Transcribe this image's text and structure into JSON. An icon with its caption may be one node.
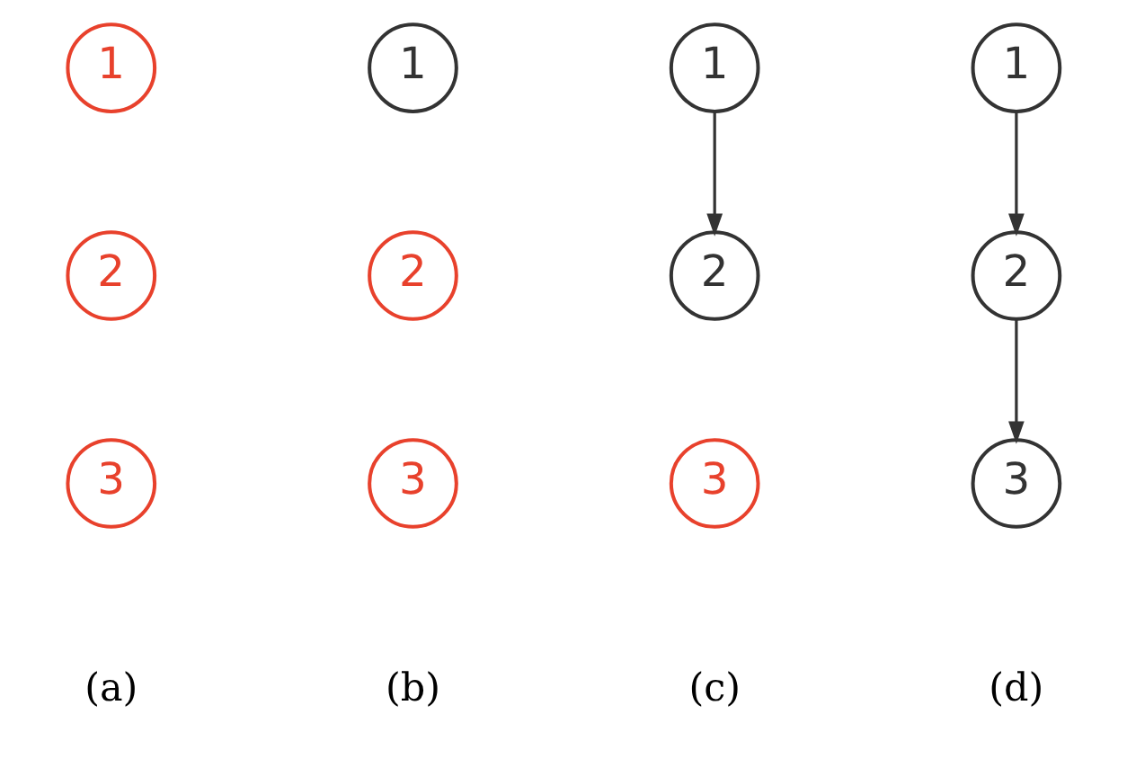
{
  "diagram": {
    "nodes": [
      {
        "text": [
          "1"
        ]
      },
      {
        "text": [
          "2"
        ]
      },
      {
        "text": [
          "3"
        ]
      },
      {
        "text": [
          "1"
        ]
      },
      {
        "text": [
          "2"
        ]
      },
      {
        "text": [
          "3"
        ]
      },
      {
        "text": [
          "1"
        ]
      },
      {
        "text": [
          "2"
        ]
      },
      {
        "text": [
          "3"
        ]
      },
      {
        "text": [
          "1"
        ]
      },
      {
        "text": [
          "2"
        ]
      },
      {
        "text": [
          "3"
        ]
      }
    ],
    "edges": [
      {
        "from": 6,
        "to": 7,
        "arrow": "to"
      },
      {
        "from": 9,
        "to": 10,
        "arrow": "to"
      },
      {
        "from": 10,
        "to": 11,
        "arrow": "to"
      }
    ],
    "labels": [
      "(a)",
      "(b)",
      "(c)",
      "(d)"
    ]
  }
}
